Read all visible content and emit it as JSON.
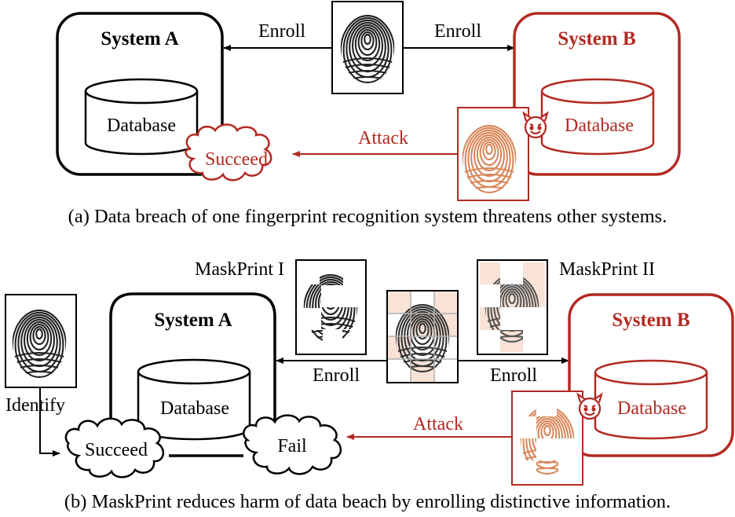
{
  "colors": {
    "black": "#000000",
    "red": "#b22a22",
    "orange_print": "#d9875a",
    "mask_tint": "#f8e3d6",
    "grid_line": "#b0b0b0"
  },
  "panel_a": {
    "system_a": {
      "title": "System A",
      "database": "Database"
    },
    "system_b": {
      "title": "System B",
      "database": "Database"
    },
    "enroll_left": "Enroll",
    "enroll_right": "Enroll",
    "attack": "Attack",
    "result_cloud": "Succeed",
    "attacker_icon": "devil-face-icon",
    "caption": "(a) Data breach of one fingerprint recognition system threatens other systems."
  },
  "panel_b": {
    "system_a": {
      "title": "System A",
      "database": "Database"
    },
    "system_b": {
      "title": "System B",
      "database": "Database"
    },
    "maskprint_1": "MaskPrint I",
    "maskprint_2": "MaskPrint II",
    "enroll_left": "Enroll",
    "enroll_right": "Enroll",
    "identify": "Identify",
    "attack": "Attack",
    "cloud_succeed": "Succeed",
    "cloud_fail": "Fail",
    "attacker_icon": "devil-face-icon",
    "caption": "(b) MaskPrint reduces harm of data beach by enrolling distinctive information."
  }
}
